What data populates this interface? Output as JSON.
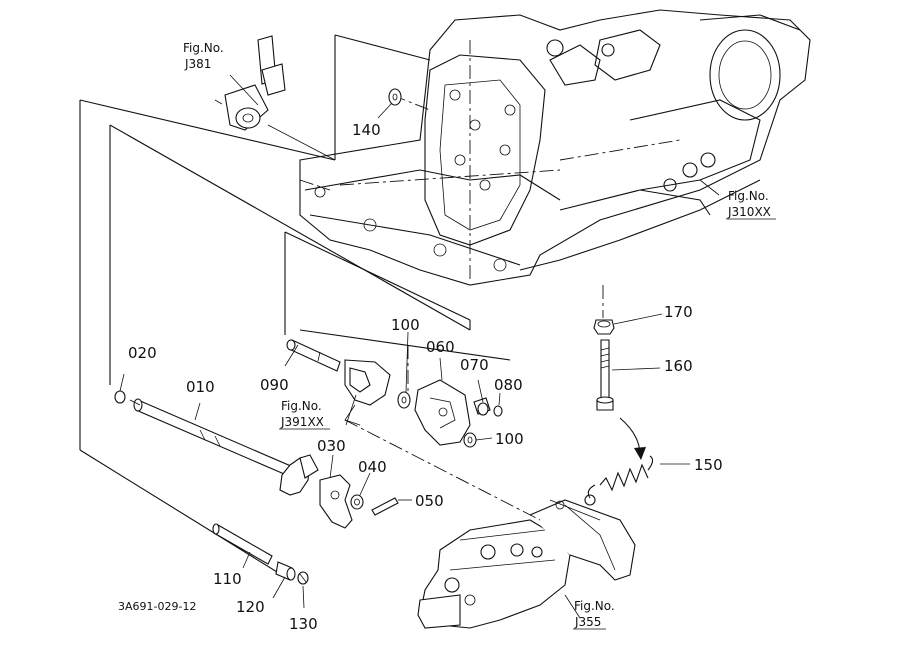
{
  "drawing_code": "3A691-029-12",
  "callouts": {
    "p020": "020",
    "p010": "010",
    "p090": "090",
    "p100a": "100",
    "p060": "060",
    "p070": "070",
    "p080": "080",
    "p100b": "100",
    "p030": "030",
    "p040": "040",
    "p050": "050",
    "p110": "110",
    "p120": "120",
    "p130": "130",
    "p140": "140",
    "p150": "150",
    "p160": "160",
    "p170": "170"
  },
  "figure_refs": {
    "j381": {
      "label": "Fig.No.",
      "code": "J381"
    },
    "j310xx": {
      "label": "Fig.No.",
      "code": "J310XX"
    },
    "j391xx": {
      "label": "Fig.No.",
      "code": "J391XX"
    },
    "j355": {
      "label": "Fig.No.",
      "code": "J355"
    }
  }
}
